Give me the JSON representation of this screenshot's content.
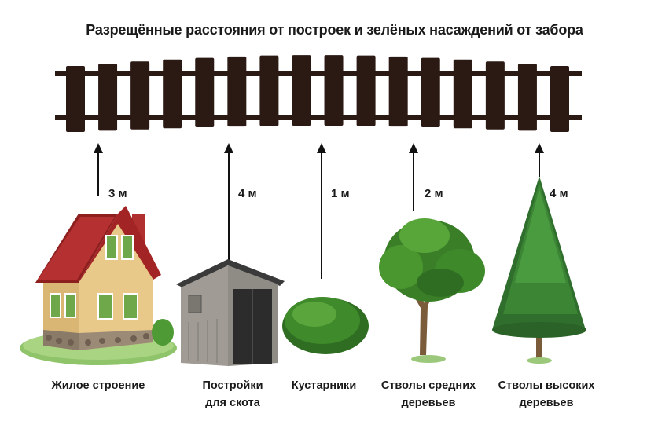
{
  "title": "Разрещённые расстояния от построек и зелёных насаждений от забора",
  "items": [
    {
      "distance": "3 м",
      "caption_line1": "Жилое строение",
      "caption_line2": ""
    },
    {
      "distance": "4 м",
      "caption_line1": "Постройки",
      "caption_line2": "для скота"
    },
    {
      "distance": "1 м",
      "caption_line1": "Кустарники",
      "caption_line2": ""
    },
    {
      "distance": "2 м",
      "caption_line1": "Стволы средних",
      "caption_line2": "деревьев"
    },
    {
      "distance": "4 м",
      "caption_line1": "Стволы высоких",
      "caption_line2": "деревьев"
    }
  ],
  "colors": {
    "fence": "#2b1a14",
    "roof": "#a32424",
    "house_wall": "#e8c98a",
    "shed": "#8f8c86",
    "foliage": "#3f8a2a",
    "conifer": "#2f6e2c",
    "arrow": "#111111"
  },
  "icons": [
    "fence",
    "house",
    "shed",
    "bush",
    "deciduous-tree",
    "conifer-tree",
    "arrow-up"
  ]
}
